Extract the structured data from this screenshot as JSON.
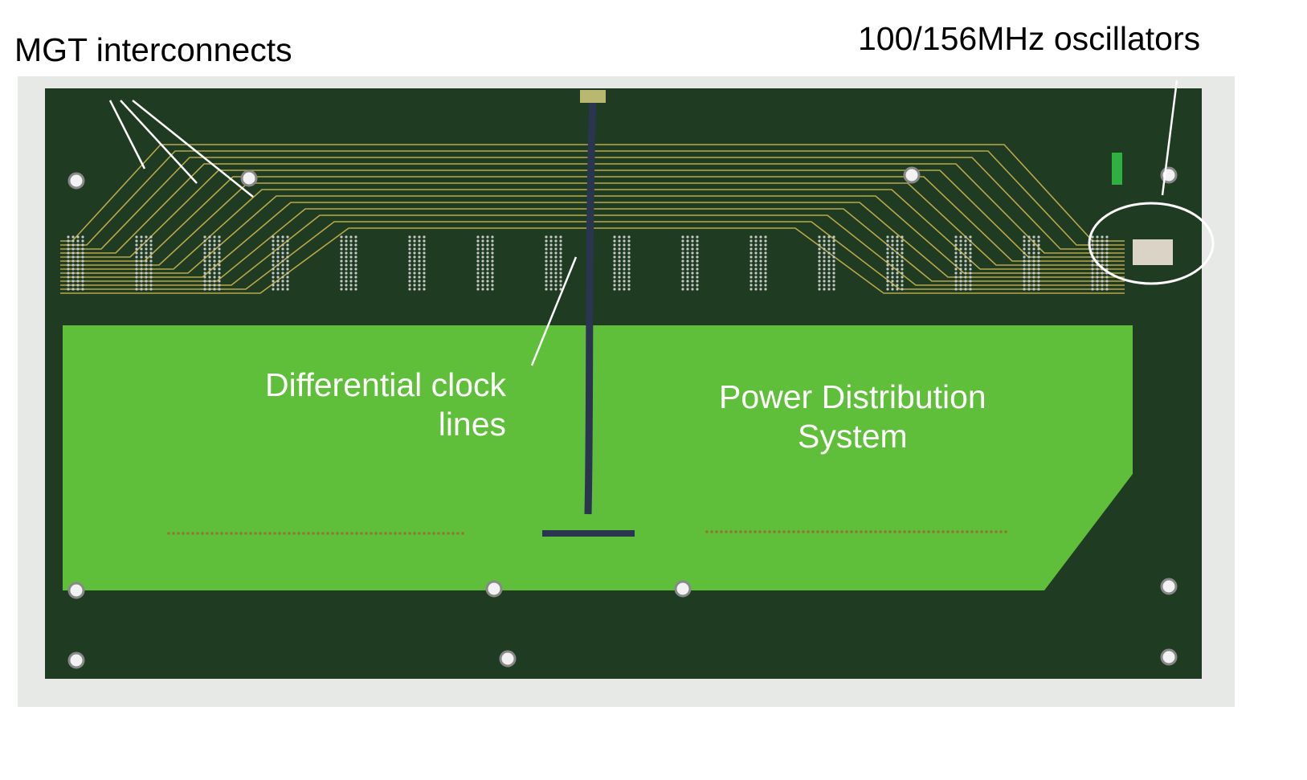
{
  "annotations": {
    "mgt": "MGT interconnects",
    "oscillators": "100/156MHz oscillators",
    "clock_line1": "Differential clock",
    "clock_line2": "lines",
    "pds_line1": "Power Distribution",
    "pds_line2": "System"
  },
  "colors": {
    "board_dark": "#1f3b22",
    "board_light": "#5fbf3a",
    "trace": "#b9a84a",
    "background": "#e8ebe8"
  }
}
